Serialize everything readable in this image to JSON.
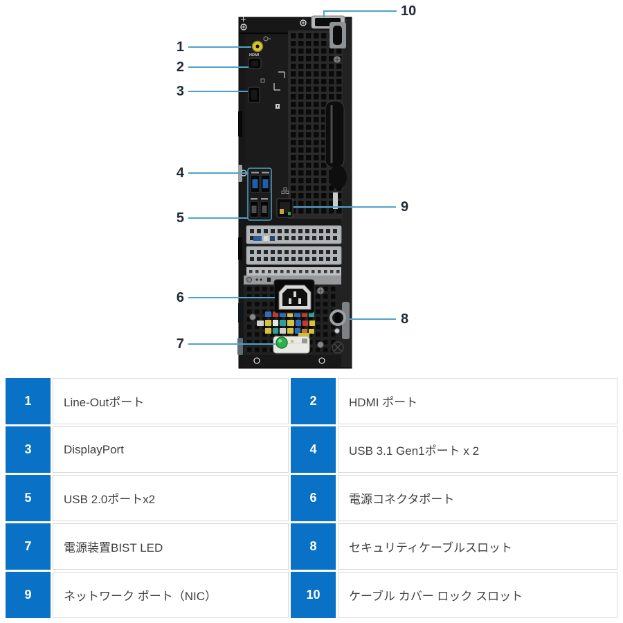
{
  "colors": {
    "accent-blue": "#0a72c6",
    "leader-color": "#4fa3c8",
    "callout-color": "#1e2a35",
    "table-border": "#d8d8d8",
    "table-text": "#3f3f3f",
    "led-green": "#2db14c",
    "audio-yellow": "#d9c732",
    "usb3-blue": "#1e5fae"
  },
  "diagram": {
    "callouts": [
      "1",
      "2",
      "3",
      "4",
      "5",
      "6",
      "7",
      "8",
      "9",
      "10"
    ],
    "port_labels": {
      "hdmi": "HDMI"
    }
  },
  "table": {
    "cells": [
      {
        "num": "1",
        "label": "Line-Outポート"
      },
      {
        "num": "2",
        "label": "HDMI ポート"
      },
      {
        "num": "3",
        "label": "DisplayPort"
      },
      {
        "num": "4",
        "label": "USB 3.1 Gen1ポート x 2"
      },
      {
        "num": "5",
        "label": "USB 2.0ポートx2"
      },
      {
        "num": "6",
        "label": "電源コネクタポート"
      },
      {
        "num": "7",
        "label": "電源装置BIST LED"
      },
      {
        "num": "8",
        "label": "セキュリティケーブルスロット"
      },
      {
        "num": "9",
        "label": "ネットワーク ポート（NIC）"
      },
      {
        "num": "10",
        "label": "ケーブル カバー ロック スロット"
      }
    ]
  }
}
